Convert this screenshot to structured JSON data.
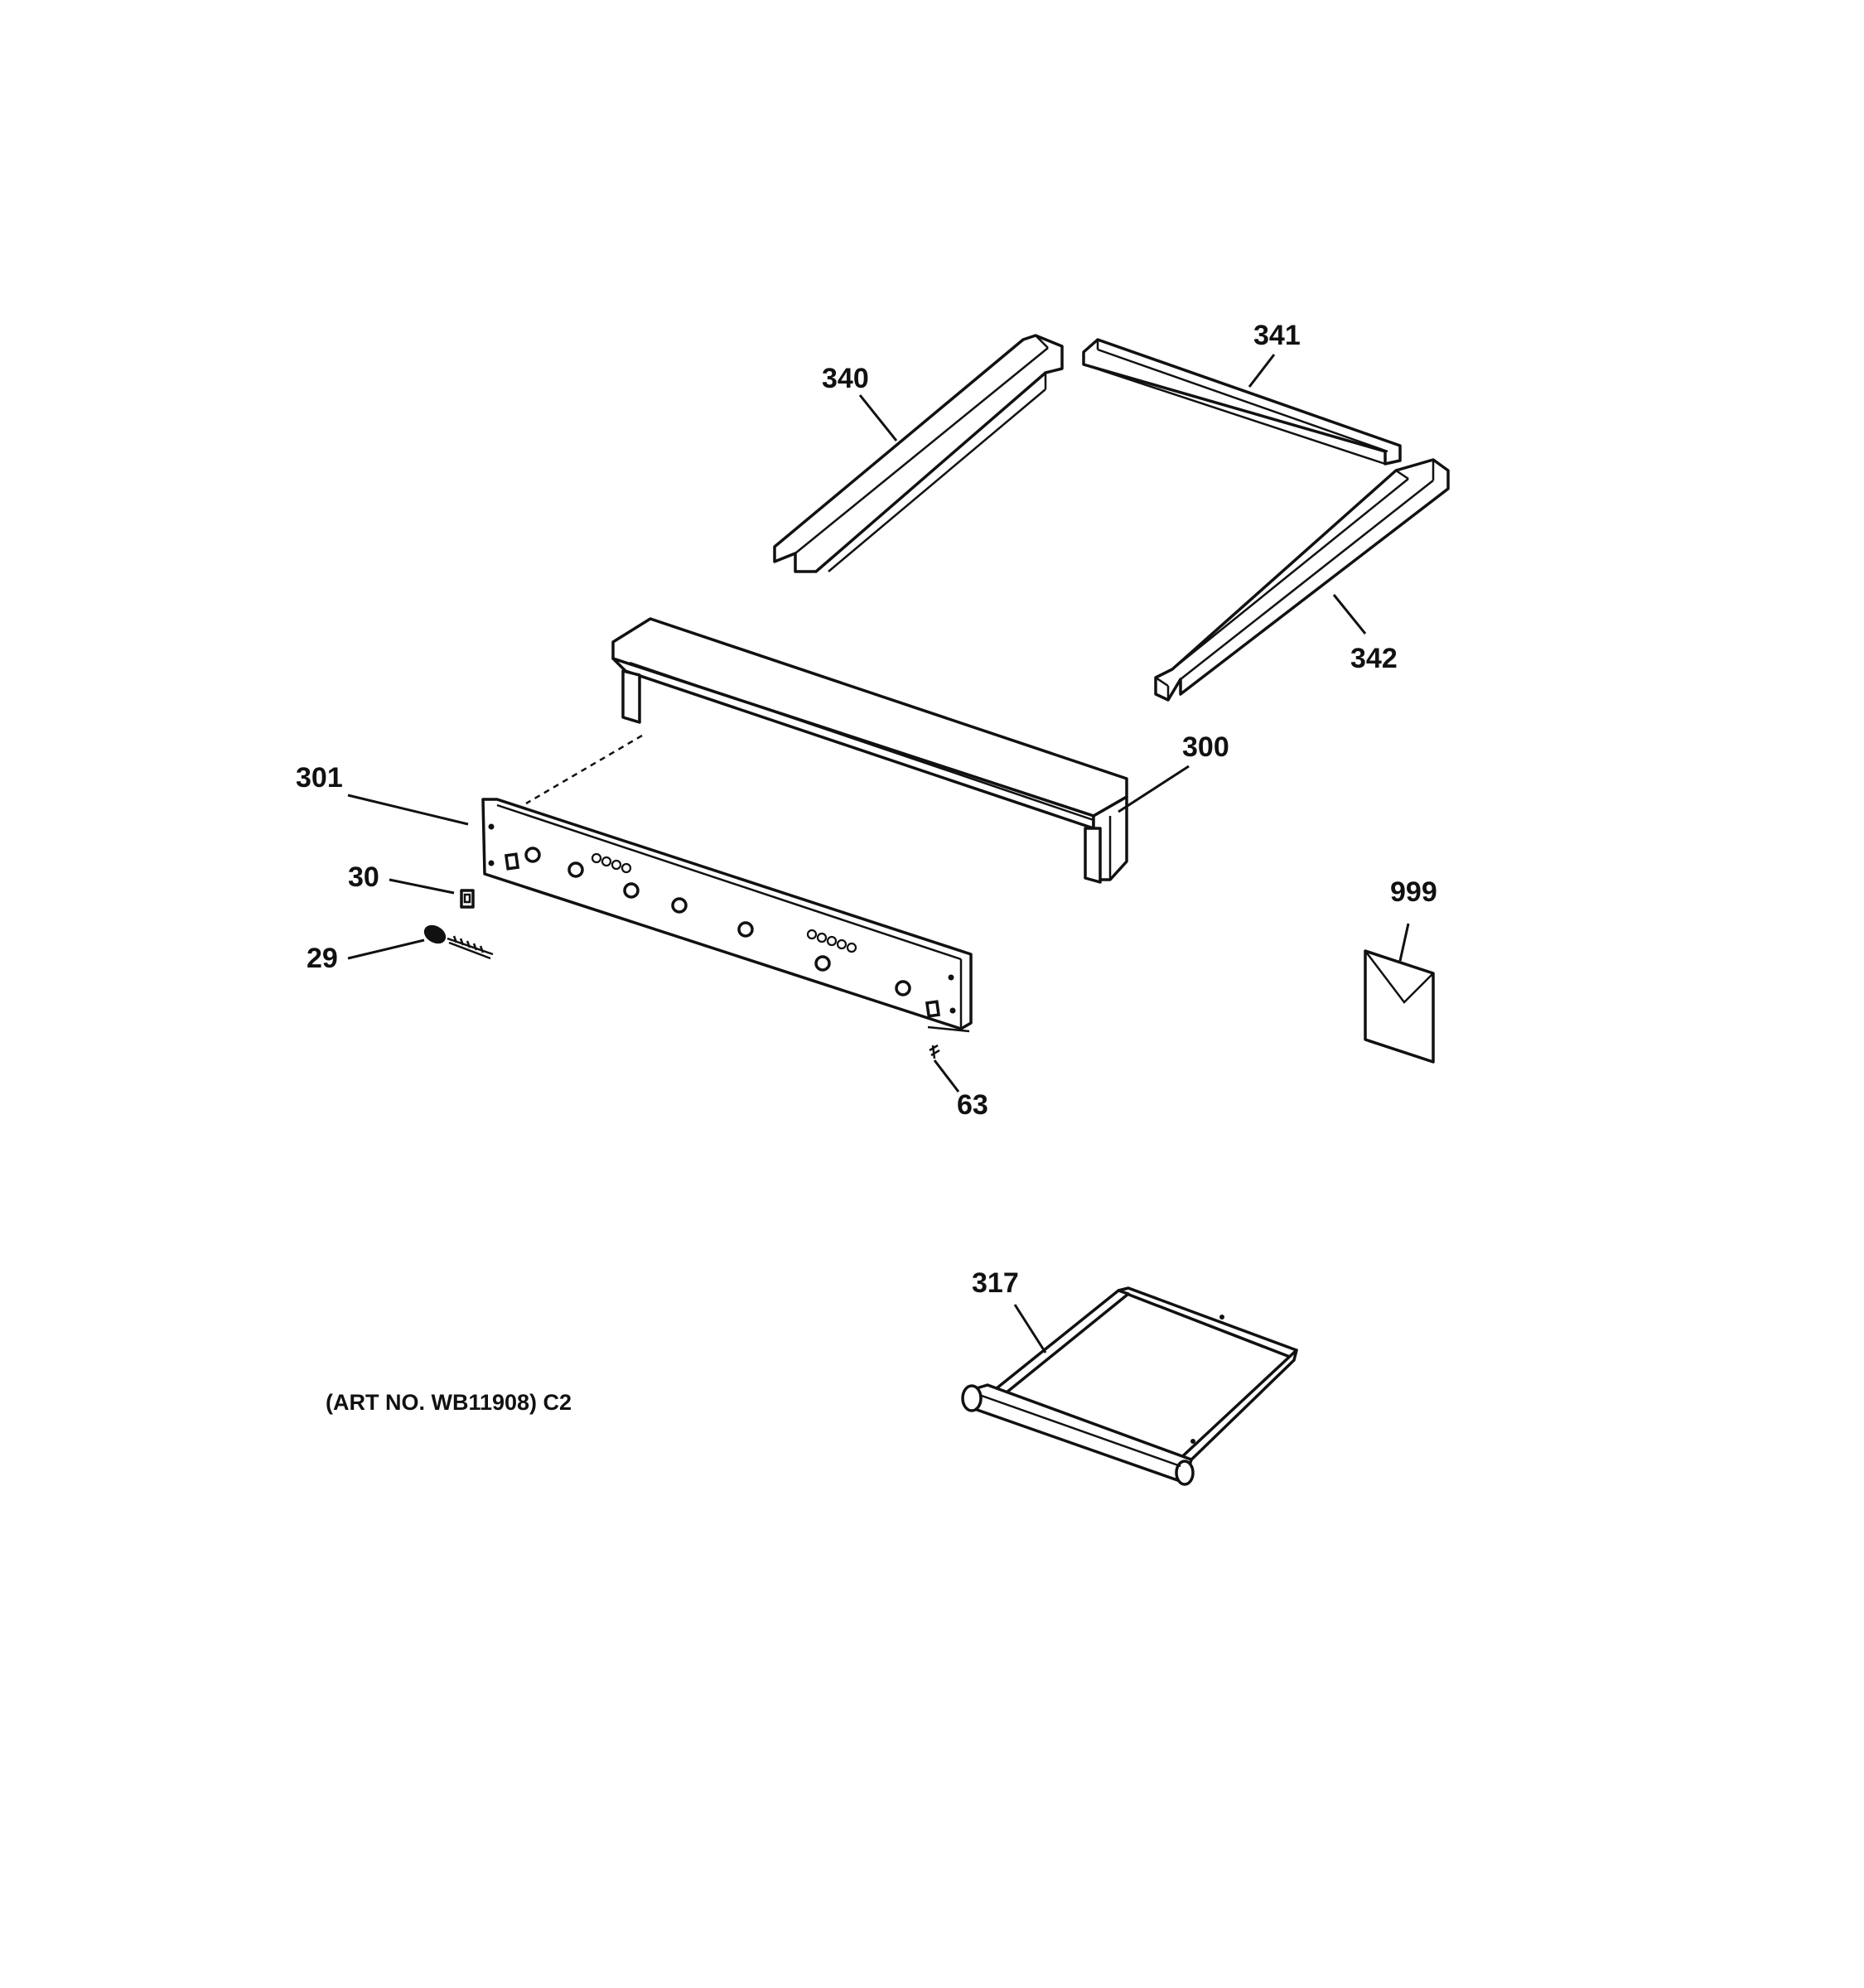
{
  "diagram": {
    "art_number": "(ART NO. WB11908) C2",
    "parts": [
      {
        "id": "p340",
        "label": "340"
      },
      {
        "id": "p341",
        "label": "341"
      },
      {
        "id": "p342",
        "label": "342"
      },
      {
        "id": "p300",
        "label": "300"
      },
      {
        "id": "p301",
        "label": "301"
      },
      {
        "id": "p30",
        "label": "30"
      },
      {
        "id": "p29",
        "label": "29"
      },
      {
        "id": "p63",
        "label": "63"
      },
      {
        "id": "p999",
        "label": "999"
      },
      {
        "id": "p317",
        "label": "317"
      }
    ]
  }
}
